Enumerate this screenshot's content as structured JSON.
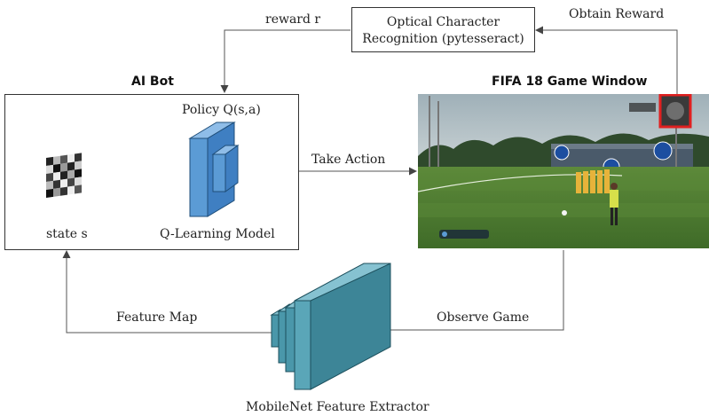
{
  "ocr_box": {
    "line1": "Optical Character",
    "line2": "Recognition (pytesseract)"
  },
  "labels": {
    "reward_r": "reward r",
    "obtain_reward": "Obtain Reward",
    "ai_bot": "AI Bot",
    "fifa_window": "FIFA 18 Game Window",
    "policy": "Policy Q(s,a)",
    "take_action": "Take Action",
    "state_s": "state s",
    "q_learning_model": "Q-Learning Model",
    "feature_map": "Feature Map",
    "observe_game": "Observe Game",
    "mobilenet": "MobileNet Feature Extractor"
  },
  "colors": {
    "q_model_blue": "#5b9bd5",
    "mobilenet_teal": "#4a97aa",
    "reward_highlight": "#e02020",
    "pitch_green": "#4f7a32"
  }
}
